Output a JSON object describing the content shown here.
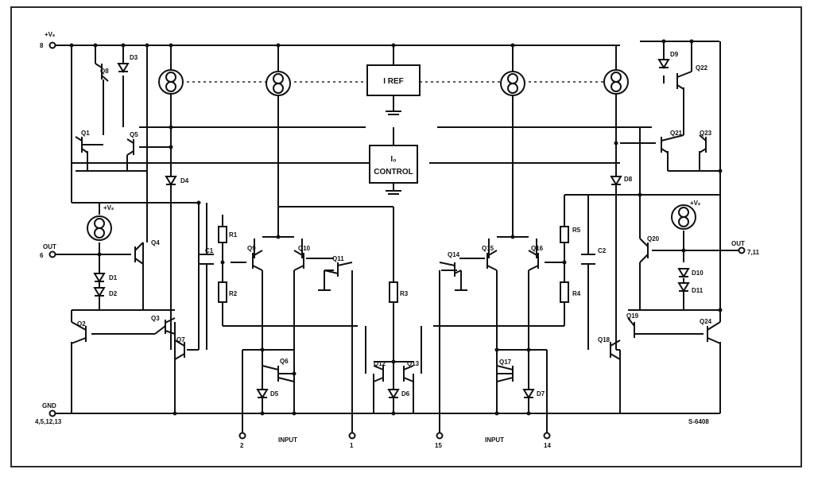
{
  "blocks": {
    "iref": "I REF",
    "iq_line1": "I₀",
    "iq_line2": "CONTROL"
  },
  "pins": {
    "vs_pin": "8",
    "vs_sym": "+Vₛ",
    "out_left": "OUT",
    "out_left_pin": "6",
    "gnd": "GND",
    "gnd_pins": "4,5,12,13",
    "in1_minus": "2",
    "in1_plus": "1",
    "in2_plus": "15",
    "in2_minus": "14",
    "input_left": "INPUT",
    "input_right": "INPUT",
    "out_right": "OUT",
    "out_right_pin": "7,11",
    "vs_inner_left": "+Vₛ",
    "vs_inner_right": "+Vₛ"
  },
  "components": {
    "q1": "Q1",
    "q2": "Q2",
    "q3": "Q3",
    "q4": "Q4",
    "q5": "Q5",
    "q6": "Q6",
    "q7": "Q7",
    "q8": "Q8",
    "q9": "Q9",
    "q10": "Q10",
    "q11": "Q11",
    "q12": "Q12",
    "q13": "Q13",
    "q14": "Q14",
    "q15": "Q15",
    "q16": "Q16",
    "q17": "Q17",
    "q18": "Q18",
    "q19": "Q19",
    "q20": "Q20",
    "q21": "Q21",
    "q22": "Q22",
    "q23": "Q23",
    "q24": "Q24",
    "d1": "D1",
    "d2": "D2",
    "d3": "D3",
    "d4": "D4",
    "d5": "D5",
    "d6": "D6",
    "d7": "D7",
    "d8": "D8",
    "d9": "D9",
    "d10": "D10",
    "d11": "D11",
    "r1": "R1",
    "r2": "R2",
    "r3": "R3",
    "r4": "R4",
    "r5": "R5",
    "c1": "C1",
    "c2": "C2"
  },
  "footer": {
    "code": "S-6408"
  }
}
